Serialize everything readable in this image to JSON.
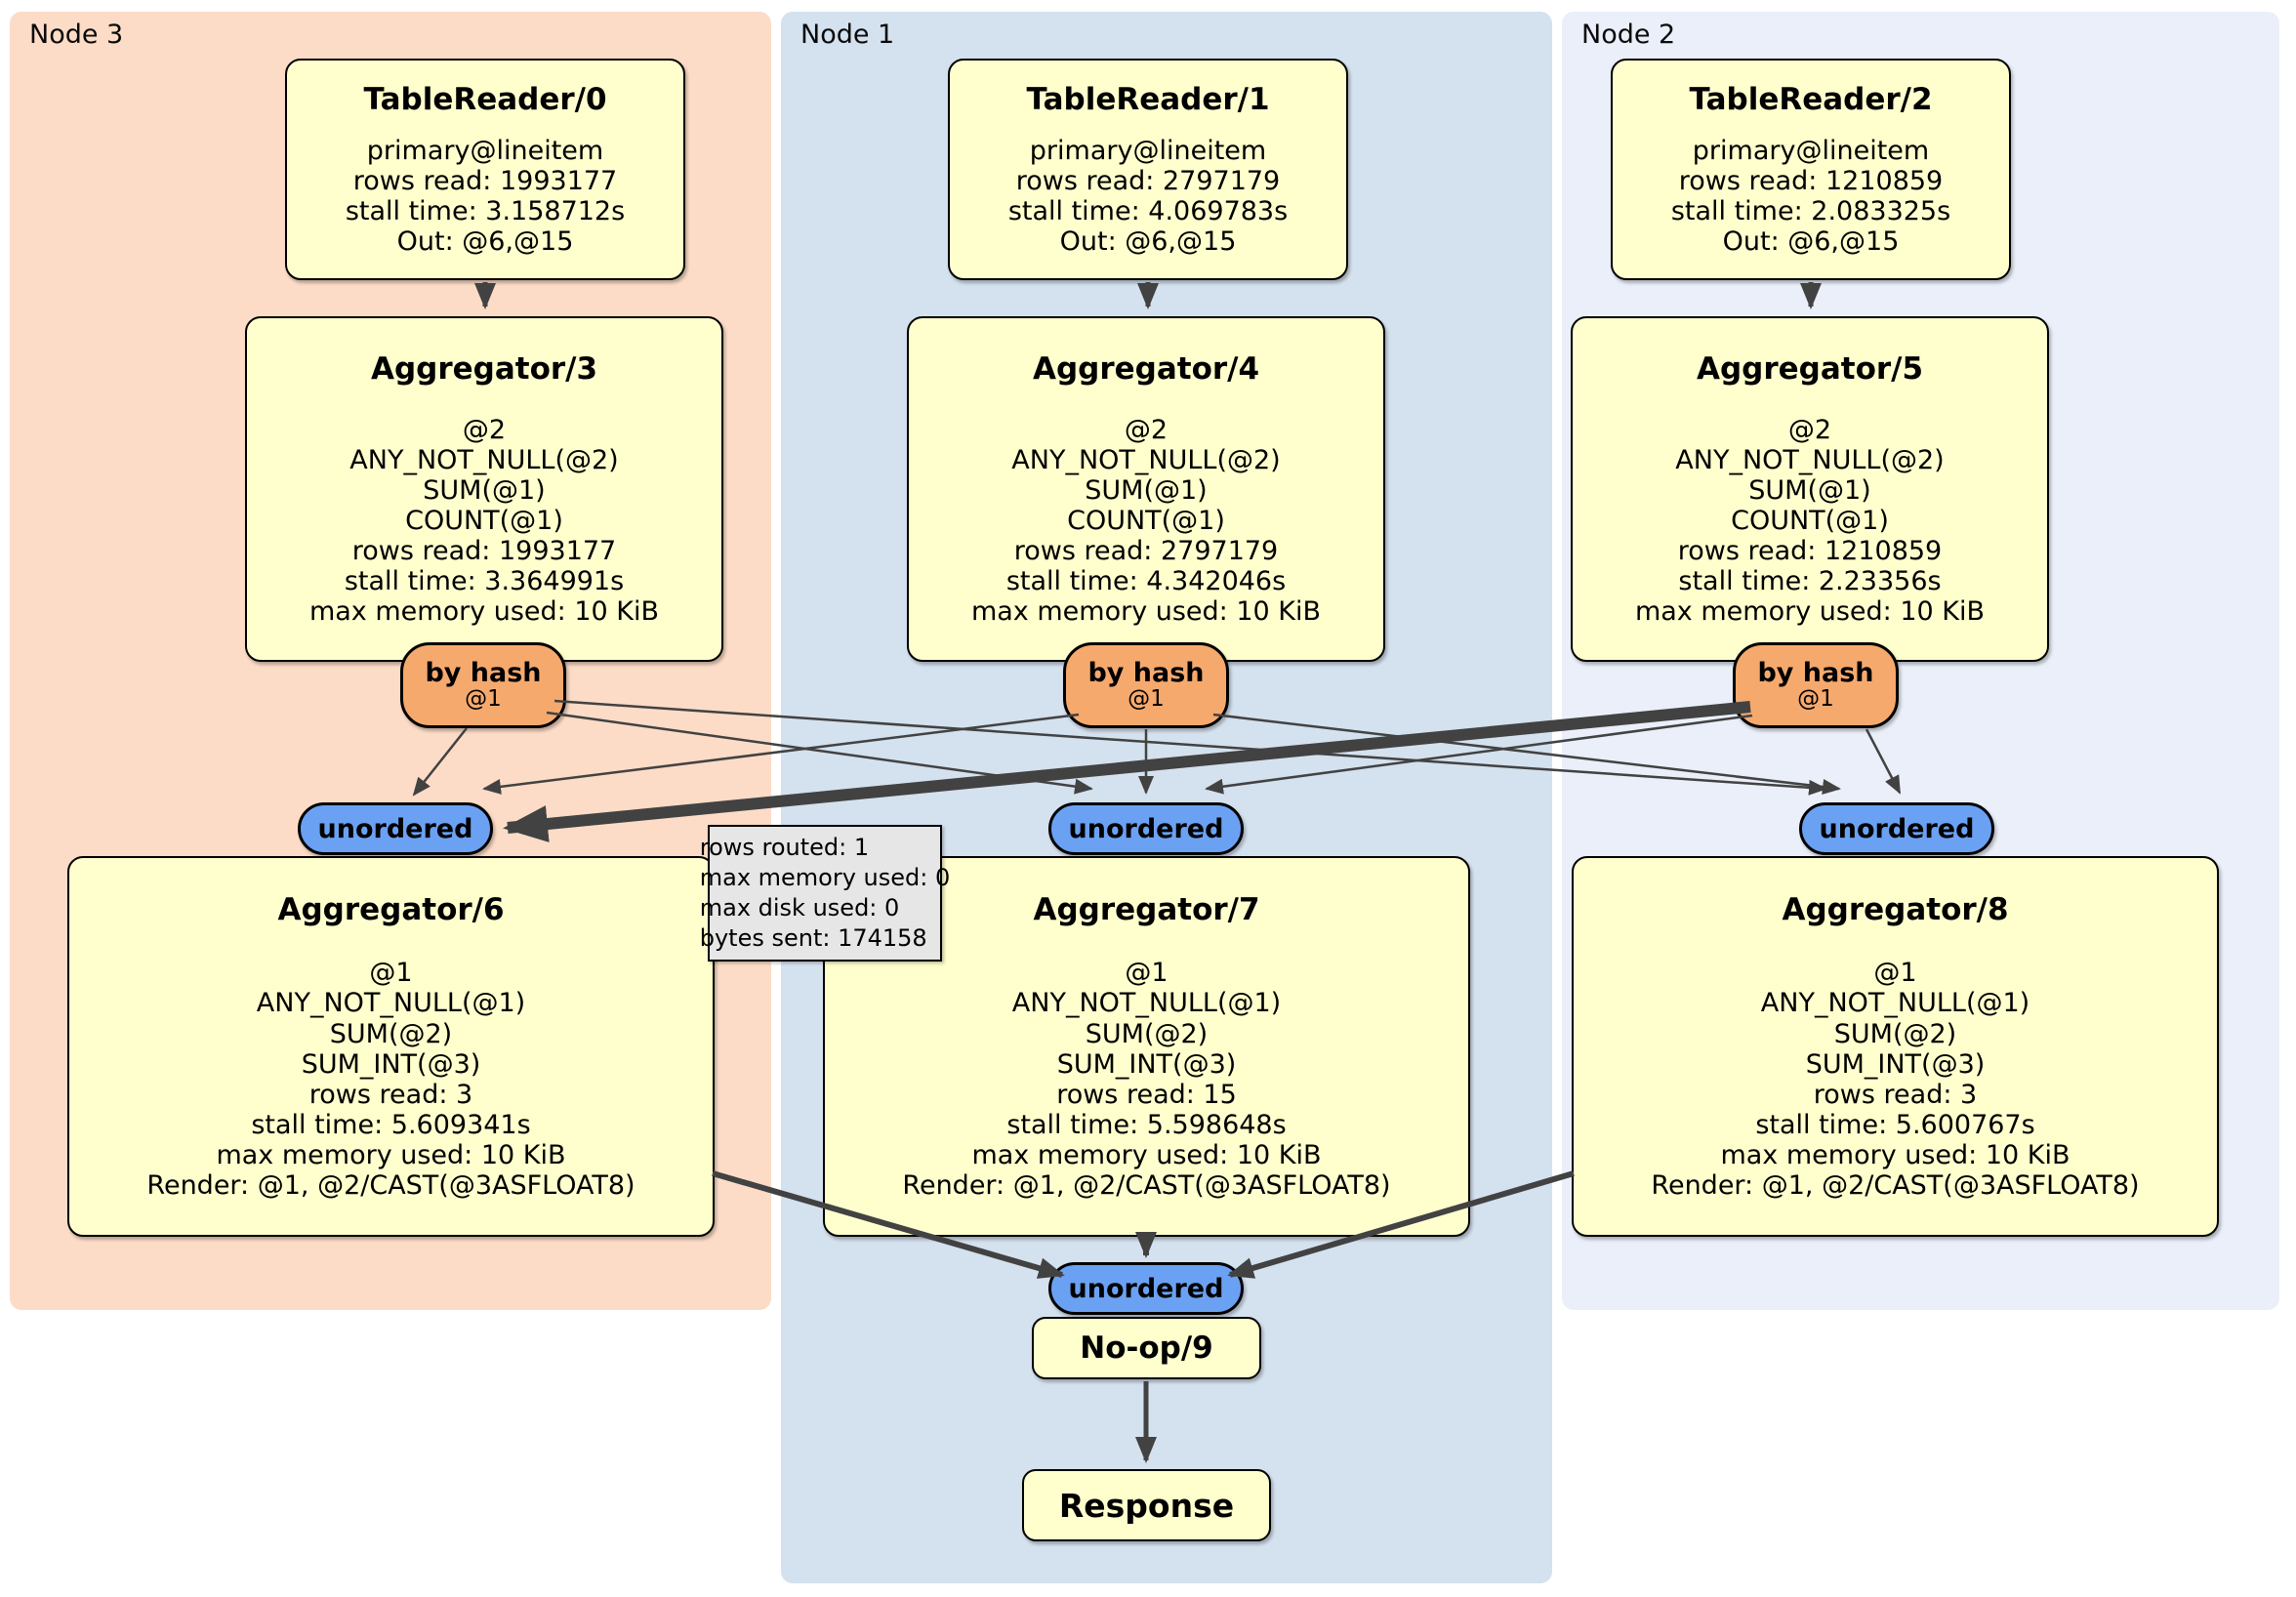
{
  "regions": [
    {
      "label": "Node 3"
    },
    {
      "label": "Node 1"
    },
    {
      "label": "Node 2"
    }
  ],
  "table_readers": [
    {
      "title": "TableReader/0",
      "lines": [
        "primary@lineitem",
        "rows read: 1993177",
        "stall time: 3.158712s",
        "Out: @6,@15"
      ]
    },
    {
      "title": "TableReader/1",
      "lines": [
        "primary@lineitem",
        "rows read: 2797179",
        "stall time: 4.069783s",
        "Out: @6,@15"
      ]
    },
    {
      "title": "TableReader/2",
      "lines": [
        "primary@lineitem",
        "rows read: 1210859",
        "stall time: 2.083325s",
        "Out: @6,@15"
      ]
    }
  ],
  "aggregators_stage1": [
    {
      "title": "Aggregator/3",
      "lines": [
        "@2",
        "ANY_NOT_NULL(@2)",
        "SUM(@1)",
        "COUNT(@1)",
        "rows read: 1993177",
        "stall time: 3.364991s",
        "max memory used: 10 KiB"
      ]
    },
    {
      "title": "Aggregator/4",
      "lines": [
        "@2",
        "ANY_NOT_NULL(@2)",
        "SUM(@1)",
        "COUNT(@1)",
        "rows read: 2797179",
        "stall time: 4.342046s",
        "max memory used: 10 KiB"
      ]
    },
    {
      "title": "Aggregator/5",
      "lines": [
        "@2",
        "ANY_NOT_NULL(@2)",
        "SUM(@1)",
        "COUNT(@1)",
        "rows read: 1210859",
        "stall time: 2.23356s",
        "max memory used: 10 KiB"
      ]
    }
  ],
  "routers": [
    {
      "label": "by hash",
      "detail": "@1"
    },
    {
      "label": "by hash",
      "detail": "@1"
    },
    {
      "label": "by hash",
      "detail": "@1"
    }
  ],
  "syncs": [
    {
      "label": "unordered"
    },
    {
      "label": "unordered"
    },
    {
      "label": "unordered"
    },
    {
      "label": "unordered"
    }
  ],
  "aggregators_stage2": [
    {
      "title": "Aggregator/6",
      "lines": [
        "@1",
        "ANY_NOT_NULL(@1)",
        "SUM(@2)",
        "SUM_INT(@3)",
        "rows read: 3",
        "stall time: 5.609341s",
        "max memory used: 10 KiB",
        "Render: @1, @2/CAST(@3ASFLOAT8)"
      ]
    },
    {
      "title": "Aggregator/7",
      "lines": [
        "@1",
        "ANY_NOT_NULL(@1)",
        "SUM(@2)",
        "SUM_INT(@3)",
        "rows read: 15",
        "stall time: 5.598648s",
        "max memory used: 10 KiB",
        "Render: @1, @2/CAST(@3ASFLOAT8)"
      ]
    },
    {
      "title": "Aggregator/8",
      "lines": [
        "@1",
        "ANY_NOT_NULL(@1)",
        "SUM(@2)",
        "SUM_INT(@3)",
        "rows read: 3",
        "stall time: 5.600767s",
        "max memory used: 10 KiB",
        "Render: @1, @2/CAST(@3ASFLOAT8)"
      ]
    }
  ],
  "edge_tooltip": {
    "lines": [
      "rows routed: 1",
      "max memory used: 0",
      "max disk used: 0",
      "bytes sent: 174158"
    ]
  },
  "noop": {
    "title": "No-op/9"
  },
  "response": {
    "title": "Response"
  },
  "colors": {
    "region_node3": "#fcdcc7",
    "region_node1": "#d4e1ee",
    "region_node2": "#eaeff9",
    "processor_fill": "#ffffce",
    "router_fill": "#f6a96d",
    "sync_fill": "#6ba1f3",
    "edge": "#424242",
    "tooltip_fill": "#e6e6e6"
  }
}
